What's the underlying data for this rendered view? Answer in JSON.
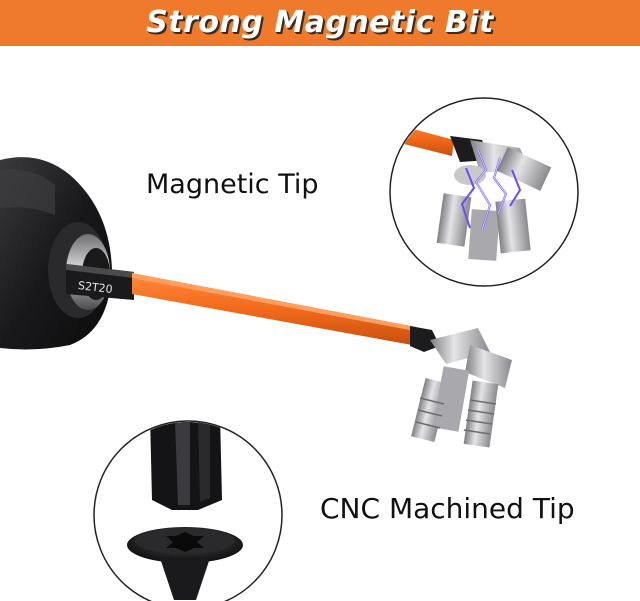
{
  "banner": {
    "title": "Strong Magnetic Bit"
  },
  "labels": {
    "magnetic_tip": "Magnetic Tip",
    "cnc_tip": "CNC Machined Tip",
    "bit_marking": "S2T20"
  },
  "colors": {
    "banner_orange": "#f07a2b",
    "bit_orange": "#f26a1b",
    "drill_dark": "#1d1d1f",
    "steel": "#b8b8bc"
  }
}
